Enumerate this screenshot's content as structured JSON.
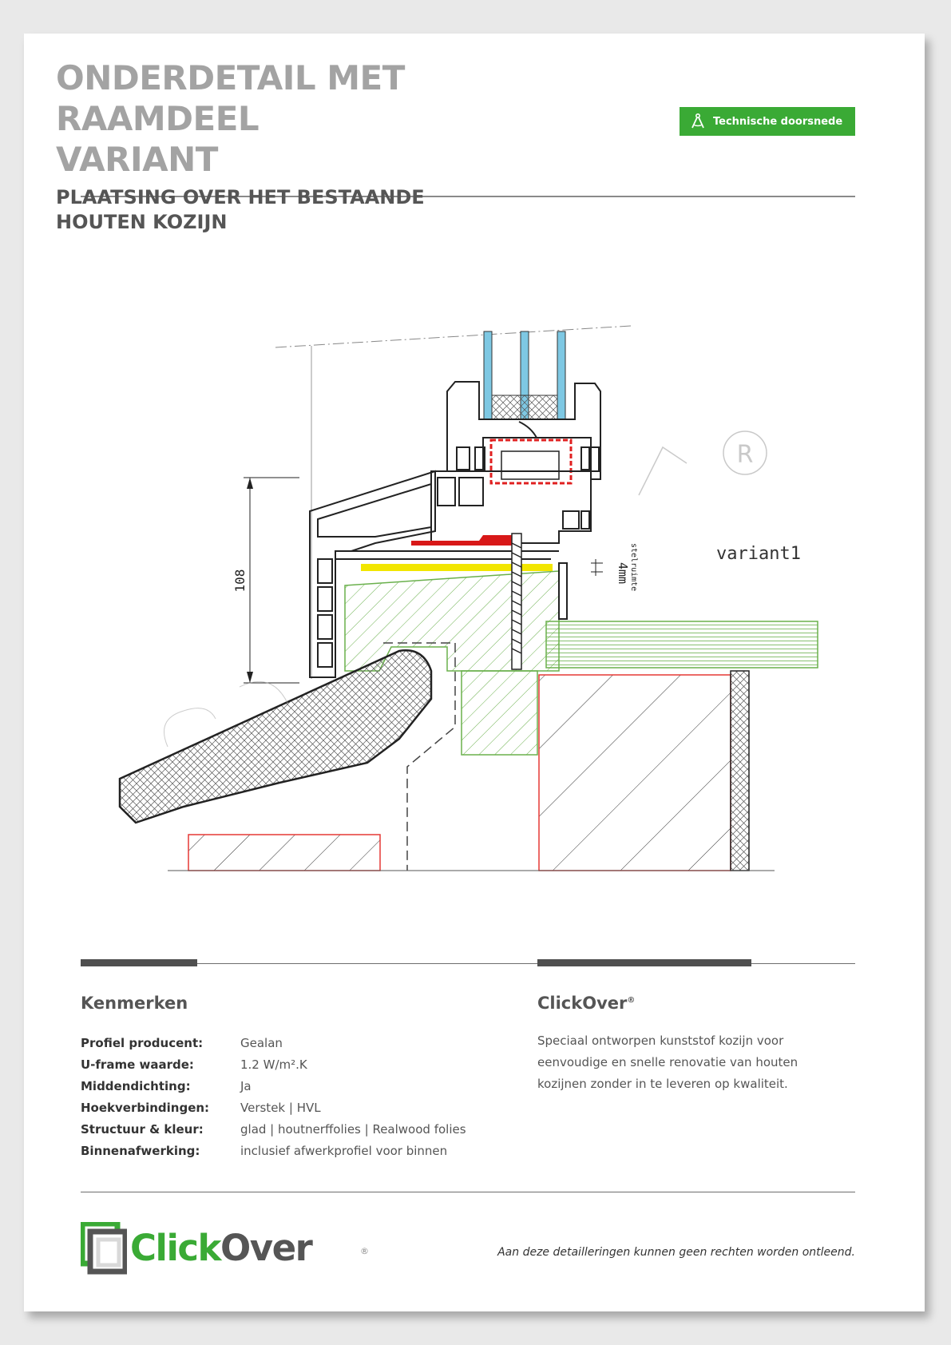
{
  "header": {
    "title_lines": [
      "ONDERDETAIL MET RAAMDEEL",
      "VARIANT"
    ],
    "badge_label": "Technische doorsnede",
    "badge_icon": "compass-icon"
  },
  "section": {
    "subtitle_lines": [
      "PLAATSING OVER HET BESTAANDE",
      "HOUTEN KOZIJN"
    ]
  },
  "drawing": {
    "dimension_label": "108",
    "gap_label": "4mm",
    "gap_note": "stelruimte",
    "variant_label": "variant1",
    "watermark_mark": "R",
    "colors": {
      "glass": "#7ec8e3",
      "steel_reinforcement": "#e02020",
      "seal": "#d81818",
      "tape": "#f2e600",
      "wood_hatch": "#6ab04c",
      "wall": "#e53935",
      "line": "#222222"
    }
  },
  "features": {
    "heading": "Kenmerken",
    "rows": [
      {
        "key": "Profiel producent:",
        "value": "Gealan"
      },
      {
        "key": "U-frame waarde:",
        "value": "1.2 W/m².K"
      },
      {
        "key": "Middendichting:",
        "value": "Ja"
      },
      {
        "key": "Hoekverbindingen:",
        "value": "Verstek | HVL"
      },
      {
        "key": "Structuur & kleur:",
        "value": "glad | houtnerffolies | Realwood folies"
      },
      {
        "key": "Binnenafwerking:",
        "value": "inclusief afwerkprofiel voor binnen"
      }
    ]
  },
  "product": {
    "heading": "ClickOver",
    "heading_mark": "®",
    "description": "Speciaal ontworpen kunststof kozijn voor eenvoudige en snelle renovatie van houten kozijnen zonder in te leveren op kwaliteit."
  },
  "footer": {
    "logo_click": "Click",
    "logo_over": "Over",
    "logo_mark": "®",
    "disclaimer": "Aan deze detailleringen kunnen geen rechten worden ontleend."
  }
}
